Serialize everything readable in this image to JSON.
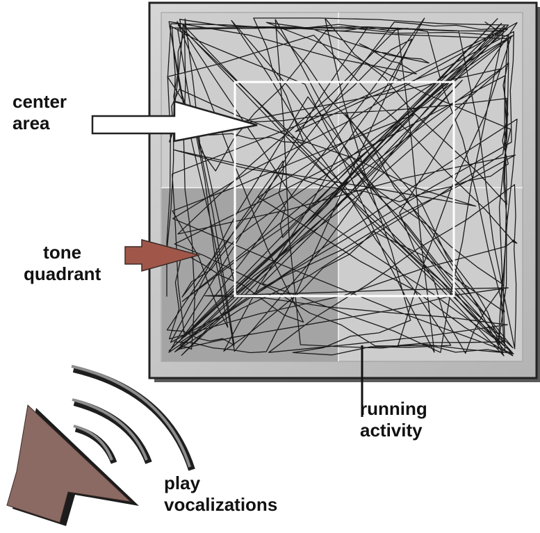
{
  "labels": {
    "center_area": [
      "center",
      "area"
    ],
    "tone_quadrant": [
      "tone",
      "quadrant"
    ],
    "running_activity": [
      "running",
      "activity"
    ],
    "play_vocalizations": [
      "play",
      "vocalizations"
    ]
  },
  "colors": {
    "arena_frame": "#c7c7c7",
    "arena_floor": "#cdcdcd",
    "tone_quadrant_fill": "#a4a4a4",
    "center_outline": "#ffffff",
    "track_line": "#1a1a1a",
    "tone_arrow": "#a0574a",
    "speaker": "#8b6a63",
    "sound_waves": "#4a4a4a"
  },
  "icons": {
    "center_arrow": "white-arrow-icon",
    "tone_arrow": "brown-arrow-icon",
    "speaker": "speaker-icon",
    "waves": "sound-wave-icon"
  }
}
